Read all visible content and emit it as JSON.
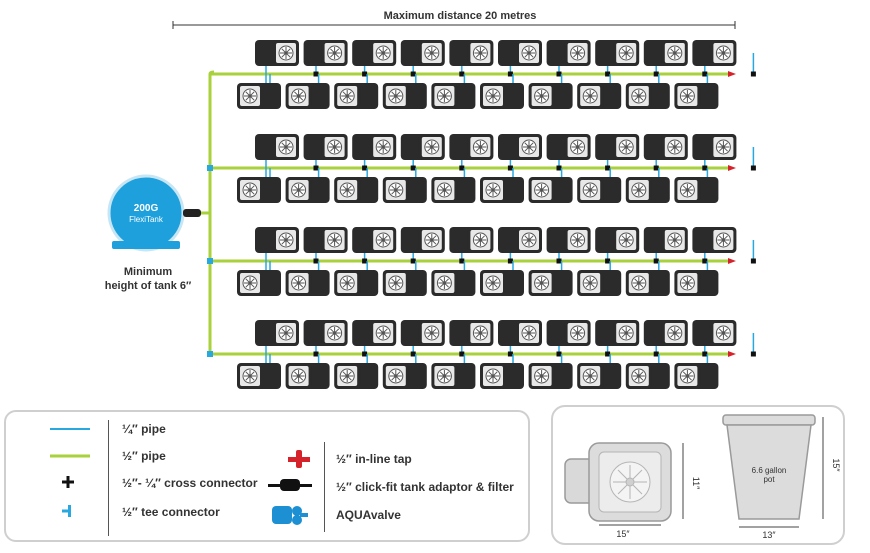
{
  "header": {
    "distance_label": "Maximum distance 20 metres"
  },
  "tank": {
    "capacity": "200G",
    "name": "FlexiTank",
    "note_line1": "Minimum",
    "note_line2": "height of tank 6″"
  },
  "layout": {
    "rows": 4,
    "pots_top_per_row": 10,
    "pots_bottom_per_row": 10
  },
  "colors": {
    "quarter_pipe": "#29a8e0",
    "half_pipe": "#a9d13b",
    "tank": "#1ea0dc",
    "tap": "#d6232b",
    "aquavalve": "#1d8fd3"
  },
  "legend": {
    "items": [
      {
        "icon": "quarter-inch-pipe-icon",
        "label": "¼″ pipe"
      },
      {
        "icon": "half-inch-pipe-icon",
        "label": "½″ pipe"
      },
      {
        "icon": "cross-connector-icon",
        "label": "½″- ¼″ cross connector"
      },
      {
        "icon": "tee-connector-icon",
        "label": "½″ tee connector"
      },
      {
        "icon": "inline-tap-icon",
        "label": "½″ in-line tap"
      },
      {
        "icon": "tank-adaptor-filter-icon",
        "label": "½″ click-fit tank adaptor & filter"
      },
      {
        "icon": "aquavalve-icon",
        "label": "AQUAvalve"
      }
    ]
  },
  "sizes": {
    "tray_width": "15″",
    "tray_height": "11″",
    "pot_width": "13″",
    "pot_height": "15″",
    "pot_label_line1": "6.6 gallon",
    "pot_label_line2": "pot"
  }
}
